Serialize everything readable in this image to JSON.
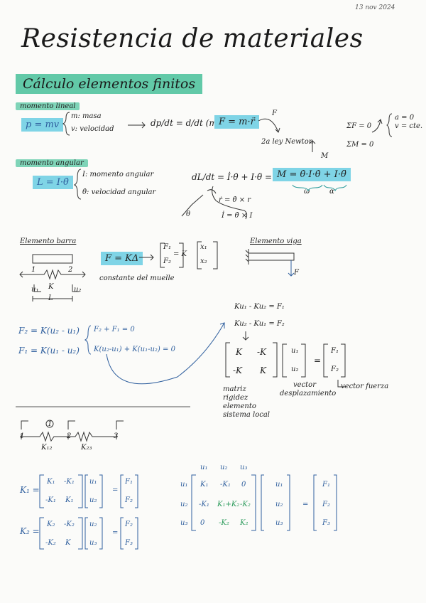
{
  "header": {
    "date": "13 nov 2024",
    "title": "Resistencia de materiales",
    "subtitle": "Cálculo elementos finitos"
  },
  "momento_lineal": {
    "tag": "momento lineal",
    "formula": "p = mv",
    "def_m": "m: masa",
    "def_v": "v: velocidad",
    "eq_lhs": "dp/dt = d/dt (m·v) =",
    "eq_box": "F = m·r̈",
    "force_label": "F",
    "note": "2a ley Newton",
    "sum_f": "ΣF = 0",
    "sum_m": "ΣM = 0",
    "result_a": "a = 0",
    "result_v": "v = cte."
  },
  "momento_angular": {
    "tag": "momento angular",
    "formula": "L = I·θ̇",
    "def_i": "I: momento angular",
    "def_theta": "θ̇: velocidad angular",
    "eq_lhs": "dL/dt = İ·θ̇ + I·θ̈ =",
    "eq_box": "M = θ̇·I·θ̇ + I·θ̈",
    "moment_label": "M",
    "under_w": "ω",
    "under_alpha": "α",
    "cross_r": "ṙ = θ̇ × r",
    "cross_i": "İ = θ̇ × I",
    "theta_label": "θ"
  },
  "elementos": {
    "barra_label": "Elemento barra",
    "viga_label": "Elemento viga",
    "f_kd": "F = KΔ",
    "muelle": "constante del muelle",
    "matrix_eq_k": "= K",
    "f1": "F₁",
    "f2": "F₂",
    "x1": "x₁",
    "x2": "x₂",
    "node1": "1",
    "node2": "2",
    "spring_k": "K",
    "len_l": "L",
    "u1": "u₁",
    "u2": "u₂",
    "force_f": "F"
  },
  "ecuaciones": {
    "line1": "F₂ = K(u₂ - u₁)",
    "line2": "F₁ = K(u₁ - u₂)",
    "sys1": "F₂ + F₁ = 0",
    "sys2": "K(u₂-u₁) + K(u₁-u₂) = 0",
    "r1": "Ku₁ - Ku₂ = F₁",
    "r2": "Ku₂ - Ku₁ = F₂",
    "m_k": "K",
    "m_mk": "-K",
    "eq_sign": "=",
    "matriz_label": "matriz rigidez elemento sistema local",
    "vector_desp": "vector desplazamiento",
    "vector_fuerza": "vector fuerza"
  },
  "dos_elementos": {
    "k12": "K₁₂",
    "k23": "K₂₃",
    "n1": "1",
    "n2": "2",
    "n3": "3",
    "circle": "1",
    "k1_label": "K₁ =",
    "k2_label": "K₂ =",
    "k1_entries": [
      "K₁",
      "-K₁",
      "-K₁",
      "K₁"
    ],
    "k2_entries": [
      "K₂",
      "-K₂",
      "-K₂",
      "K"
    ],
    "u_vec1": [
      "u₁",
      "u₂"
    ],
    "u_vec2": [
      "u₂",
      "u₃"
    ],
    "f_vec1": [
      "F₁",
      "F₂"
    ],
    "f_vec2": [
      "F₂",
      "F₃"
    ],
    "global_cols": [
      "u₁",
      "u₂",
      "u₃"
    ],
    "global_rows": [
      "u₁",
      "u₂",
      "u₃"
    ],
    "global_row1": [
      "K₁",
      "-K₁",
      "0"
    ],
    "global_row2": [
      "-K₁",
      "K₁+K₂",
      "-K₂"
    ],
    "global_row3": [
      "0",
      "-K₂",
      "K₂"
    ],
    "global_u": [
      "u₁",
      "u₂",
      "u₃"
    ],
    "global_f": [
      "F₁",
      "F₂",
      "F₃"
    ]
  }
}
